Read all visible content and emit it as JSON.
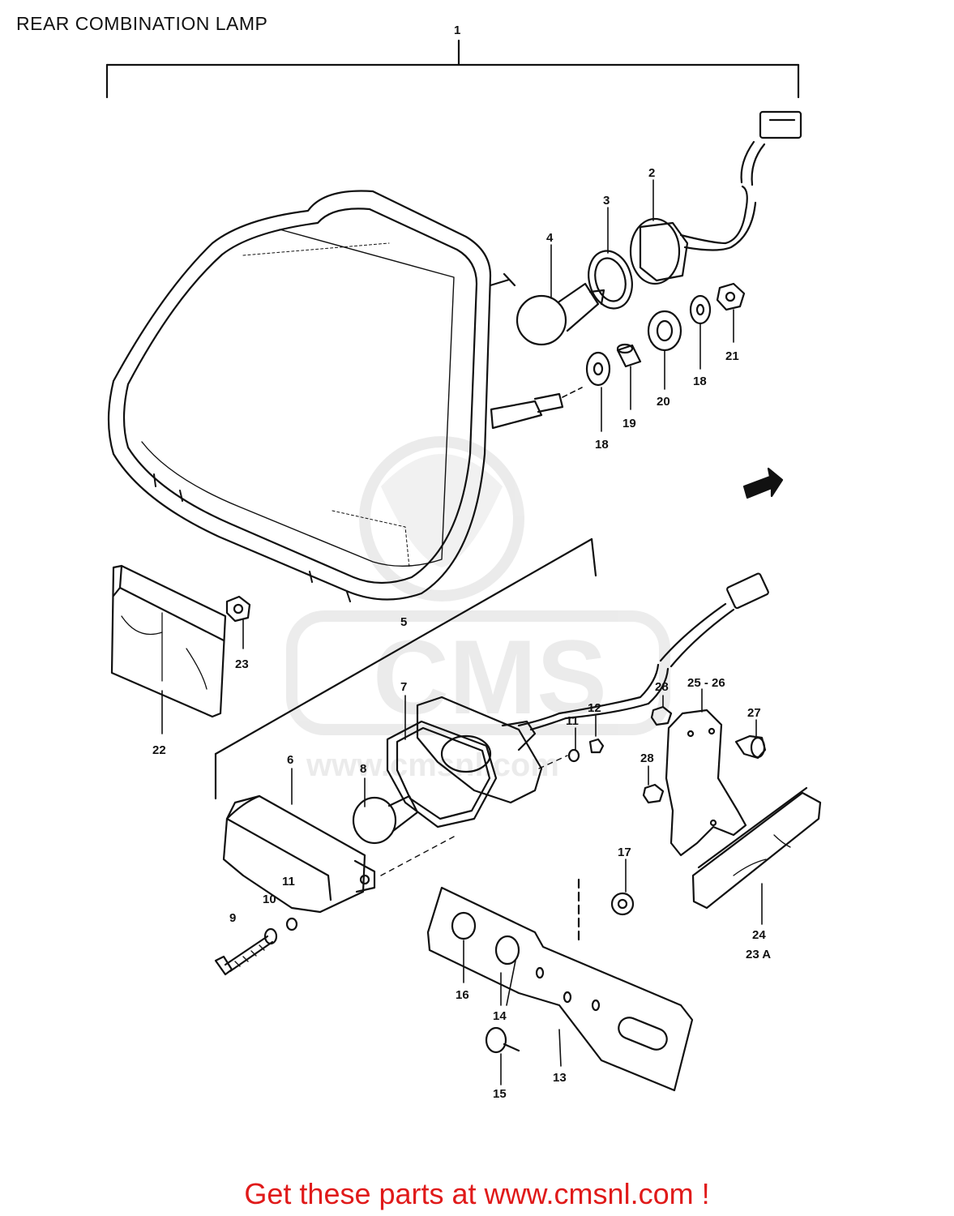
{
  "title": "REAR COMBINATION LAMP",
  "footer": {
    "prefix": "Get these parts at ",
    "link": "www.cmsnl.com",
    "suffix": " !"
  },
  "watermark": {
    "logo": "CMS",
    "url": "www.cmsnl.com"
  },
  "callouts": {
    "c1": "1",
    "c2": "2",
    "c3": "3",
    "c4": "4",
    "c5": "5",
    "c6": "6",
    "c7": "7",
    "c8": "8",
    "c9": "9",
    "c10": "10",
    "c11a": "11",
    "c11b": "11",
    "c12": "12",
    "c13": "13",
    "c14": "14",
    "c15": "15",
    "c16": "16",
    "c17": "17",
    "c18a": "18",
    "c18b": "18",
    "c19": "19",
    "c20": "20",
    "c21": "21",
    "c22": "22",
    "c23": "23",
    "c24": "24",
    "c23a": "23 A",
    "c2526": "25 - 26",
    "c27": "27",
    "c28a": "28",
    "c28b": "28"
  },
  "colors": {
    "cta": "#e01a1a",
    "ink": "#111111",
    "watermark": "#dcdcdc"
  }
}
